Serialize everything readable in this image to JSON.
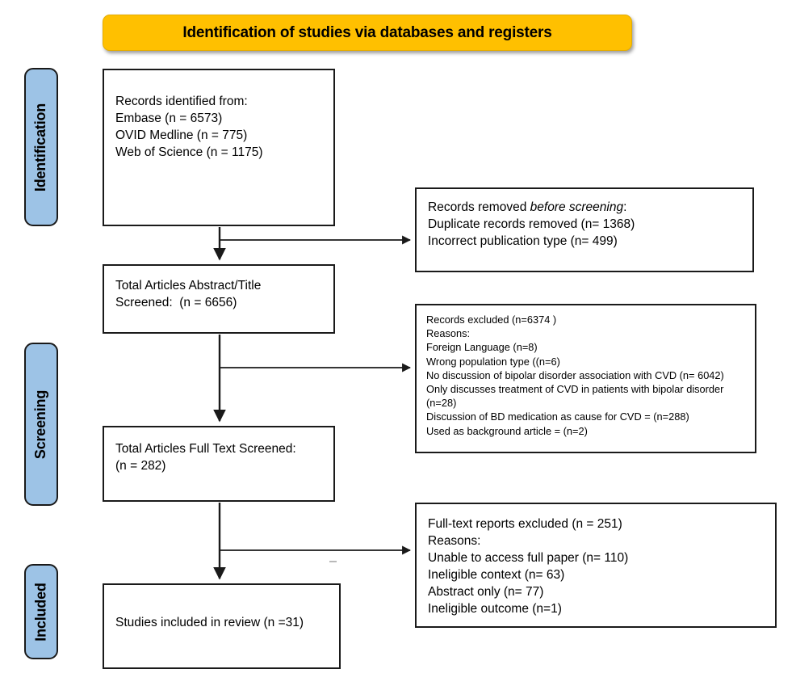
{
  "diagram": {
    "type": "prisma-flow-diagram",
    "banner": {
      "title": "Identification of studies via databases and registers",
      "fill": "#FFC000"
    },
    "stages": [
      {
        "id": "identification",
        "label": "Identification",
        "fill": "#9DC3E6"
      },
      {
        "id": "screening",
        "label": "Screening",
        "fill": "#9DC3E6"
      },
      {
        "id": "included",
        "label": "Included",
        "fill": "#9DC3E6"
      }
    ],
    "boxes": {
      "identified": {
        "lines": [
          "Records identified from:",
          "Embase (n = 6573)",
          "OVID Medline (n = 775)",
          "Web of Science (n = 1175)"
        ]
      },
      "removed": {
        "heading_prefix": "Records removed ",
        "heading_italic": "before screening",
        "heading_suffix": ":",
        "lines": [
          "Duplicate records removed (n= 1368)",
          "Incorrect publication type (n= 499)"
        ]
      },
      "abstract_screened": {
        "lines": [
          "Total Articles Abstract/Title",
          "Screened:  (n = 6656)"
        ]
      },
      "records_excluded": {
        "lines": [
          "Records excluded (n=6374 )",
          "Reasons:",
          "Foreign Language (n=8)",
          "Wrong population type ((n=6)",
          "No discussion of bipolar disorder association with CVD (n= 6042)",
          "Only discusses treatment of CVD in patients with bipolar disorder (n=28)",
          "Discussion of BD medication as cause for CVD = (n=288)",
          "Used as background article = (n=2)"
        ]
      },
      "fulltext_screened": {
        "lines": [
          "Total Articles Full Text Screened:",
          "(n = 282)"
        ]
      },
      "fulltext_excluded": {
        "lines": [
          "Full-text reports excluded (n = 251)",
          "Reasons:",
          "Unable to access full paper (n= 110)",
          "Ineligible context (n= 63)",
          "Abstract only (n= 77)",
          "Ineligible outcome (n=1)"
        ]
      },
      "included": {
        "lines": [
          "Studies included in review (n =31)"
        ]
      }
    }
  },
  "chart_data": {
    "type": "table",
    "title": "Identification of studies via databases and registers",
    "categories": [
      "Embase",
      "OVID Medline",
      "Web of Science",
      "Duplicate records removed",
      "Incorrect publication type",
      "Total Articles Abstract/Title Screened",
      "Records excluded",
      "Foreign Language",
      "Wrong population type",
      "No discussion of bipolar disorder association with CVD",
      "Only discusses treatment of CVD in patients with bipolar disorder",
      "Discussion of BD medication as cause for CVD",
      "Used as background article",
      "Total Articles Full Text Screened",
      "Full-text reports excluded",
      "Unable to access full paper",
      "Ineligible context",
      "Abstract only",
      "Ineligible outcome",
      "Studies included in review"
    ],
    "values": [
      6573,
      775,
      1175,
      1368,
      499,
      6656,
      6374,
      8,
      6,
      6042,
      28,
      288,
      2,
      282,
      251,
      110,
      63,
      77,
      1,
      31
    ]
  }
}
